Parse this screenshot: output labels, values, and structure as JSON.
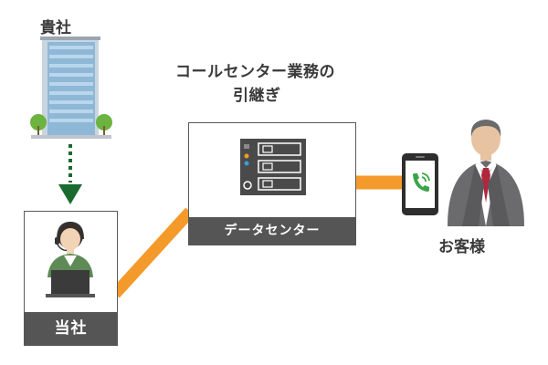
{
  "labels": {
    "client": "貴社",
    "title_line1": "コールセンター業務の",
    "title_line2": "引継ぎ",
    "our_company": "当社",
    "data_center": "データセンター",
    "customer": "お客様"
  },
  "colors": {
    "orange_line": "#f39a2b",
    "arrow_green": "#1a6b2f",
    "bar_gray": "#555555",
    "building_blue": "#8fb7d6",
    "phone_green": "#3aa54a",
    "tie_red": "#b0283c"
  },
  "icons": {
    "building": "building-icon",
    "operator": "operator-icon",
    "server": "server-icon",
    "smartphone": "smartphone-icon",
    "businessman": "businessman-icon"
  }
}
